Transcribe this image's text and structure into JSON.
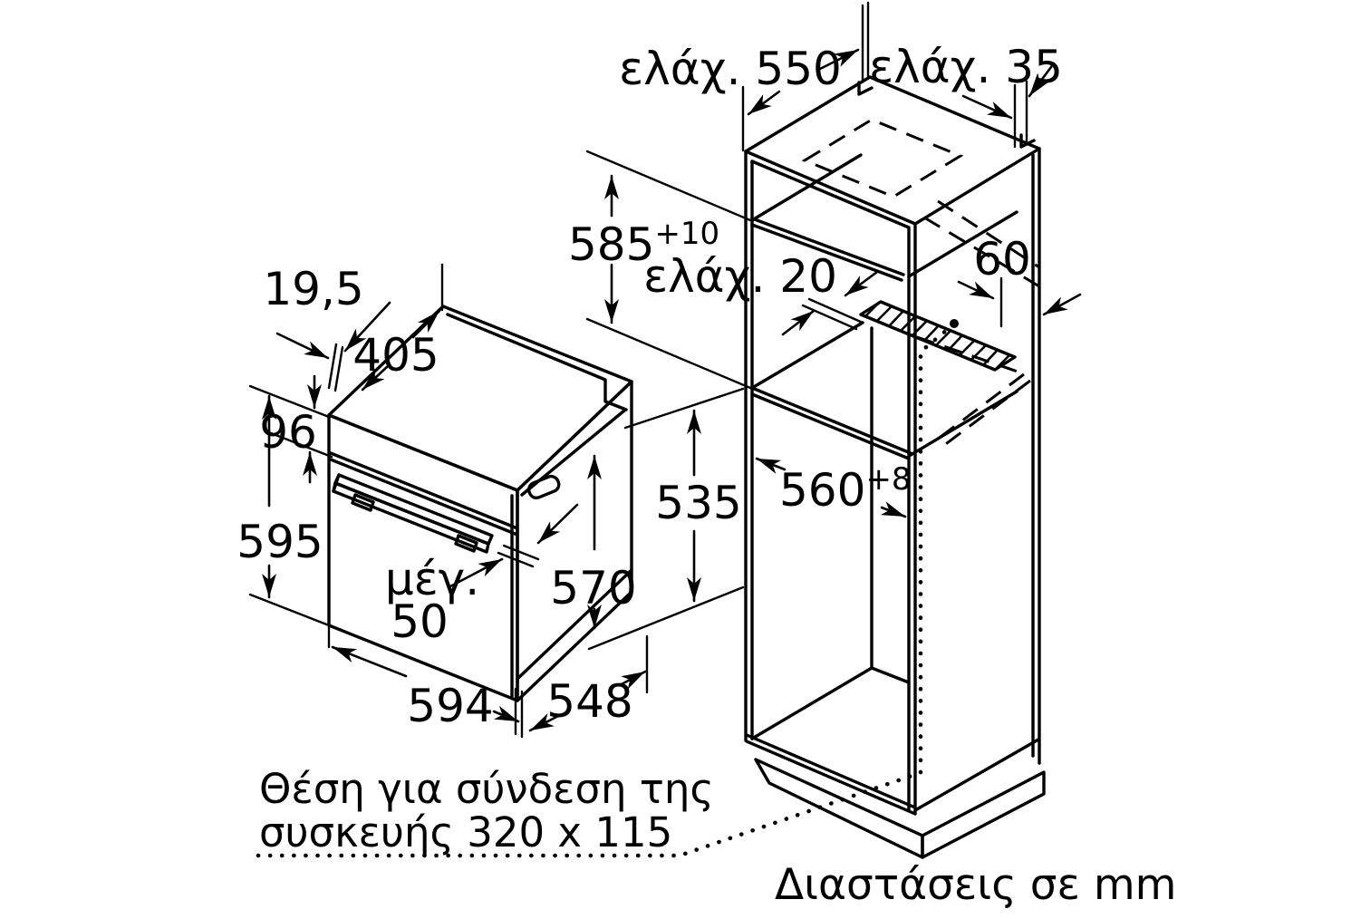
{
  "diagram": {
    "title_semantic": "built-in oven installation dimensions",
    "colors": {
      "line": "#000000",
      "background": "#ffffff"
    },
    "oven": {
      "frame_overhang": "19,5",
      "top_depth": "405",
      "panel_height": "96",
      "height": "595",
      "inner_height": "570",
      "side_height": "535",
      "width": "594",
      "depth": "548",
      "handle_label": "μέγ.",
      "handle_value": "50"
    },
    "niche": {
      "depth_min": "ελάχ. 550",
      "wall_gap_min": "ελάχ. 35",
      "height": "585",
      "height_tol": "+10",
      "rear_gap_min": "ελάχ. 20",
      "vent_depth": "60",
      "width": "560",
      "width_tol": "+8"
    },
    "notes": {
      "connection_line1": "Θέση για σύνδεση της",
      "connection_line2": "συσκευής 320 x 115",
      "units_caption": "Διαστάσεις σε mm"
    }
  }
}
